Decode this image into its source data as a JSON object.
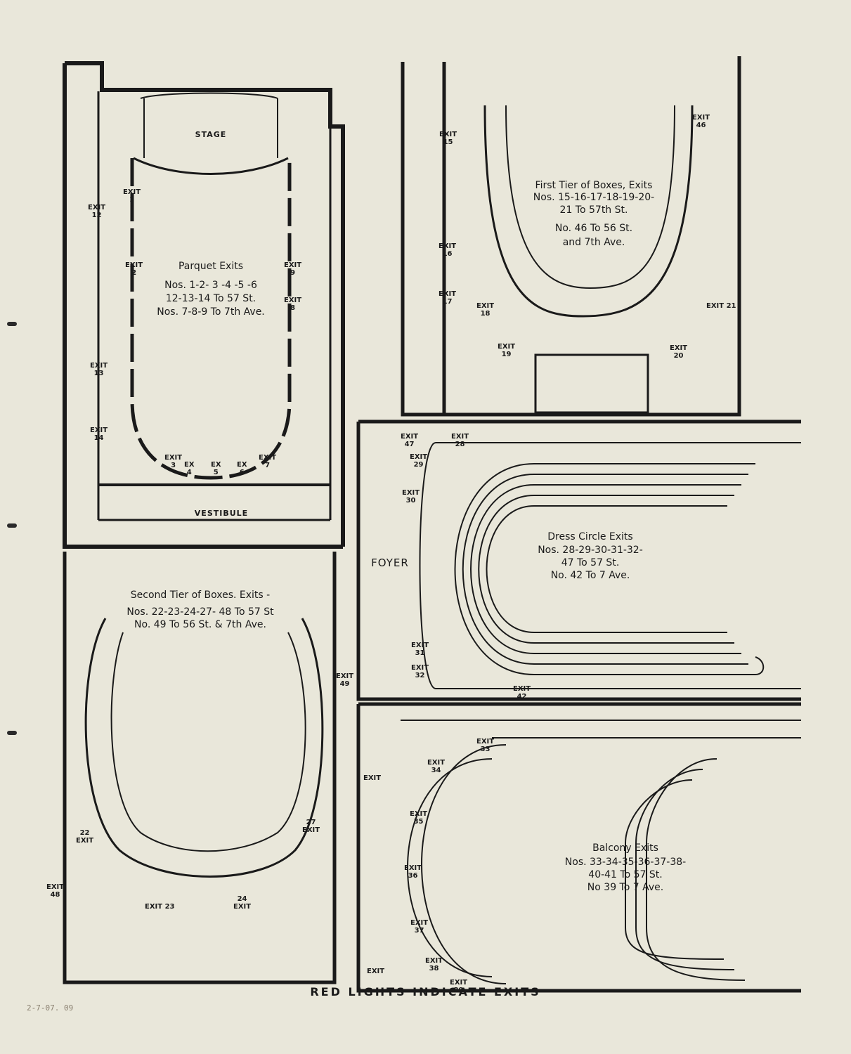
{
  "panels": {
    "parquet": {
      "stage_label": "STAGE",
      "vestibule_label": "VESTIBULE",
      "heading": "Parquet Exits",
      "lines": [
        "Nos. 1-2- 3 -4 -5 -6",
        "12-13-14 To 57 St.",
        "Nos. 7-8-9 To 7th Ave."
      ],
      "exits": [
        {
          "id": "p1",
          "text": "EXIT\n1"
        },
        {
          "id": "p2",
          "text": "EXIT\n2"
        },
        {
          "id": "p9",
          "text": "EXIT\n9"
        },
        {
          "id": "p8",
          "text": "EXIT\n8"
        },
        {
          "id": "p12",
          "text": "EXIT\n12"
        },
        {
          "id": "p13",
          "text": "EXIT\n13"
        },
        {
          "id": "p14",
          "text": "EXIT\n14"
        },
        {
          "id": "p3",
          "text": "EXIT\n3"
        },
        {
          "id": "p4",
          "text": "EX\n4"
        },
        {
          "id": "p5",
          "text": "EX\n5"
        },
        {
          "id": "p6",
          "text": "EX\n6"
        },
        {
          "id": "p7",
          "text": "EXIT\n7"
        }
      ]
    },
    "first_tier": {
      "heading": "First Tier of Boxes, Exits",
      "lines": [
        "Nos. 15-16-17-18-19-20-",
        "21 To 57th St.",
        "No. 46 To 56 St.",
        "and 7th Ave."
      ],
      "exits": [
        {
          "id": "f15",
          "text": "EXIT\n15"
        },
        {
          "id": "f16",
          "text": "EXIT\n16"
        },
        {
          "id": "f17",
          "text": "EXIT\n17"
        },
        {
          "id": "f18",
          "text": "EXIT\n18"
        },
        {
          "id": "f19",
          "text": "EXIT\n19"
        },
        {
          "id": "f46",
          "text": "EXIT\n46"
        },
        {
          "id": "f21",
          "text": "EXIT 21"
        },
        {
          "id": "f20",
          "text": "EXIT\n20"
        }
      ]
    },
    "second_tier": {
      "heading": "Second Tier of Boxes. Exits -",
      "lines": [
        "Nos. 22-23-24-27- 48 To 57 St",
        "No. 49 To 56 St. & 7th Ave."
      ],
      "exits": [
        {
          "id": "s49",
          "text": "EXIT\n49"
        },
        {
          "id": "s22",
          "text": "22\nEXIT"
        },
        {
          "id": "s27",
          "text": "27\nEXIT"
        },
        {
          "id": "s48",
          "text": "EXIT\n48"
        },
        {
          "id": "s23",
          "text": "EXIT 23"
        },
        {
          "id": "s24",
          "text": "24\nEXIT"
        }
      ]
    },
    "dress_circle": {
      "foyer_label": "FOYER",
      "heading": "Dress Circle Exits",
      "lines": [
        "Nos. 28-29-30-31-32-",
        "47 To 57 St.",
        "No. 42 To 7 Ave."
      ],
      "exits": [
        {
          "id": "d47",
          "text": "EXIT\n47"
        },
        {
          "id": "d28",
          "text": "EXIT\n28"
        },
        {
          "id": "d29",
          "text": "EXIT\n29"
        },
        {
          "id": "d30",
          "text": "EXIT\n30"
        },
        {
          "id": "d31",
          "text": "EXIT\n31"
        },
        {
          "id": "d32",
          "text": "EXIT\n32"
        },
        {
          "id": "d42",
          "text": "EXIT\n42"
        }
      ]
    },
    "balcony": {
      "heading": "Balcony Exits",
      "lines": [
        "Nos. 33-34-35-36-37-38-",
        "40-41 To 57 St.",
        "No 39 To 7 Ave."
      ],
      "exits": [
        {
          "id": "b33",
          "text": "EXIT\n33"
        },
        {
          "id": "bE",
          "text": "EXIT"
        },
        {
          "id": "b34",
          "text": "EXIT\n34"
        },
        {
          "id": "b35",
          "text": "EXIT\n35"
        },
        {
          "id": "b36",
          "text": "EXIT\n36"
        },
        {
          "id": "b37",
          "text": "EXIT\n37"
        },
        {
          "id": "b38",
          "text": "EXIT\n38"
        },
        {
          "id": "bE2",
          "text": "EXIT"
        },
        {
          "id": "b39",
          "text": "EXIT\n39"
        }
      ]
    }
  },
  "footer": "RED LIGHTS INDICATE EXITS",
  "handwritten_note": "2-7-07. 09"
}
